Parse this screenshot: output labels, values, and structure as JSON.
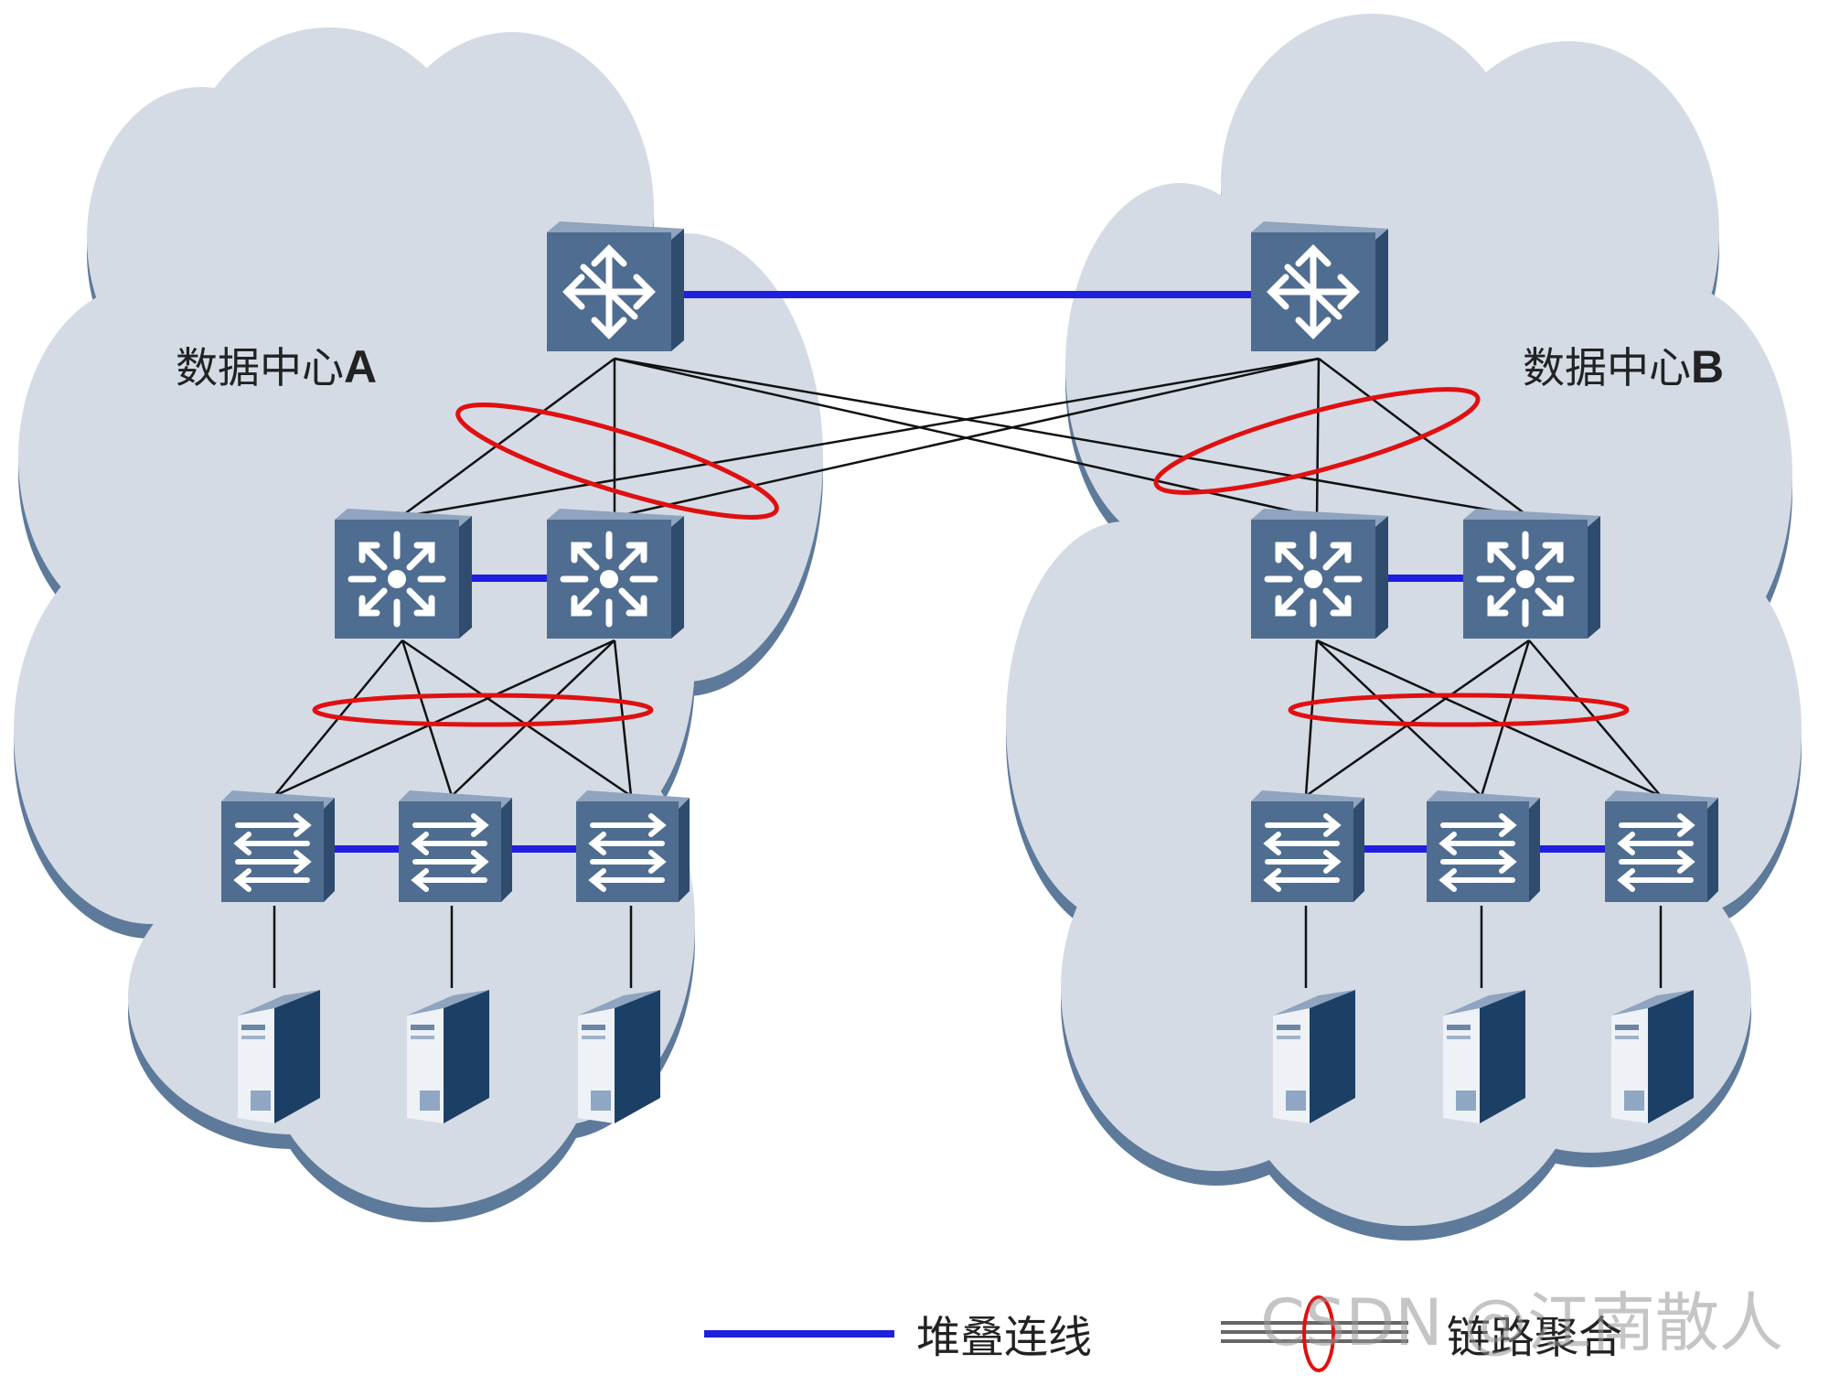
{
  "datacenters": [
    {
      "label_prefix": "数据中心",
      "label_suffix": "A"
    },
    {
      "label_prefix": "数据中心",
      "label_suffix": "B"
    }
  ],
  "legend": {
    "stack_link_label": "堆叠连线",
    "link_aggregation_label": "链路聚合"
  },
  "watermark": "CSDN @江南散人",
  "colors": {
    "cloud": "#d4dbe5",
    "cloud_shadow": "#5e7a9a",
    "device_front": "#4d6b8e",
    "device_side": "#2e4a6b",
    "device_top": "#7f97b3",
    "stack_link": "#1f1fe0",
    "aggregation_ring": "#e01010",
    "cable": "#111111",
    "server_dark": "#1c3f66"
  },
  "device_icons": [
    "router-icon",
    "core-switch-icon",
    "access-switch-icon",
    "server-icon"
  ]
}
